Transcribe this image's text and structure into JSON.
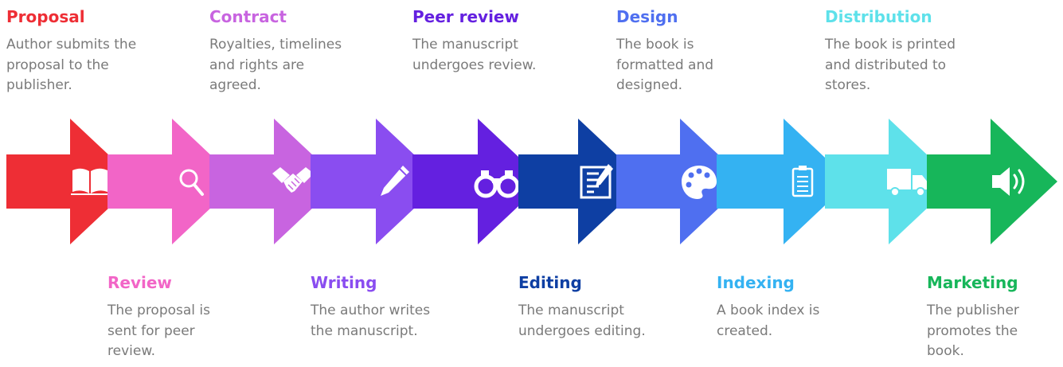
{
  "steps": [
    {
      "title": "Proposal",
      "desc": "Author submits the proposal to the publisher.",
      "color": "#ee2e35",
      "icon": "book-icon",
      "position": "top"
    },
    {
      "title": "Review",
      "desc": "The proposal is sent for peer review.",
      "color": "#f265c7",
      "icon": "magnifier-icon",
      "position": "bottom"
    },
    {
      "title": "Contract",
      "desc": "Royalties, timelines and rights are agreed.",
      "color": "#c864e0",
      "icon": "handshake-icon",
      "position": "top"
    },
    {
      "title": "Writing",
      "desc": "The author writes the manuscript.",
      "color": "#8a4df0",
      "icon": "pen-icon",
      "position": "bottom"
    },
    {
      "title": "Peer review",
      "desc": "The manuscript undergoes review.",
      "color": "#6420e0",
      "icon": "binoculars-icon",
      "position": "top"
    },
    {
      "title": "Editing",
      "desc": "The manuscript undergoes editing.",
      "color": "#0e3fa3",
      "icon": "document-edit-icon",
      "position": "bottom"
    },
    {
      "title": "Design",
      "desc": "The book is formatted and designed.",
      "color": "#4f6ff0",
      "icon": "palette-icon",
      "position": "top"
    },
    {
      "title": "Indexing",
      "desc": "A book index is created.",
      "color": "#34b2f2",
      "icon": "clipboard-icon",
      "position": "bottom"
    },
    {
      "title": "Distribution",
      "desc": "The book is printed and distributed to stores.",
      "color": "#5ee1ea",
      "icon": "truck-icon",
      "position": "top"
    },
    {
      "title": "Marketing",
      "desc": "The publisher promotes the book.",
      "color": "#17b65a",
      "icon": "speaker-icon",
      "position": "bottom"
    }
  ]
}
